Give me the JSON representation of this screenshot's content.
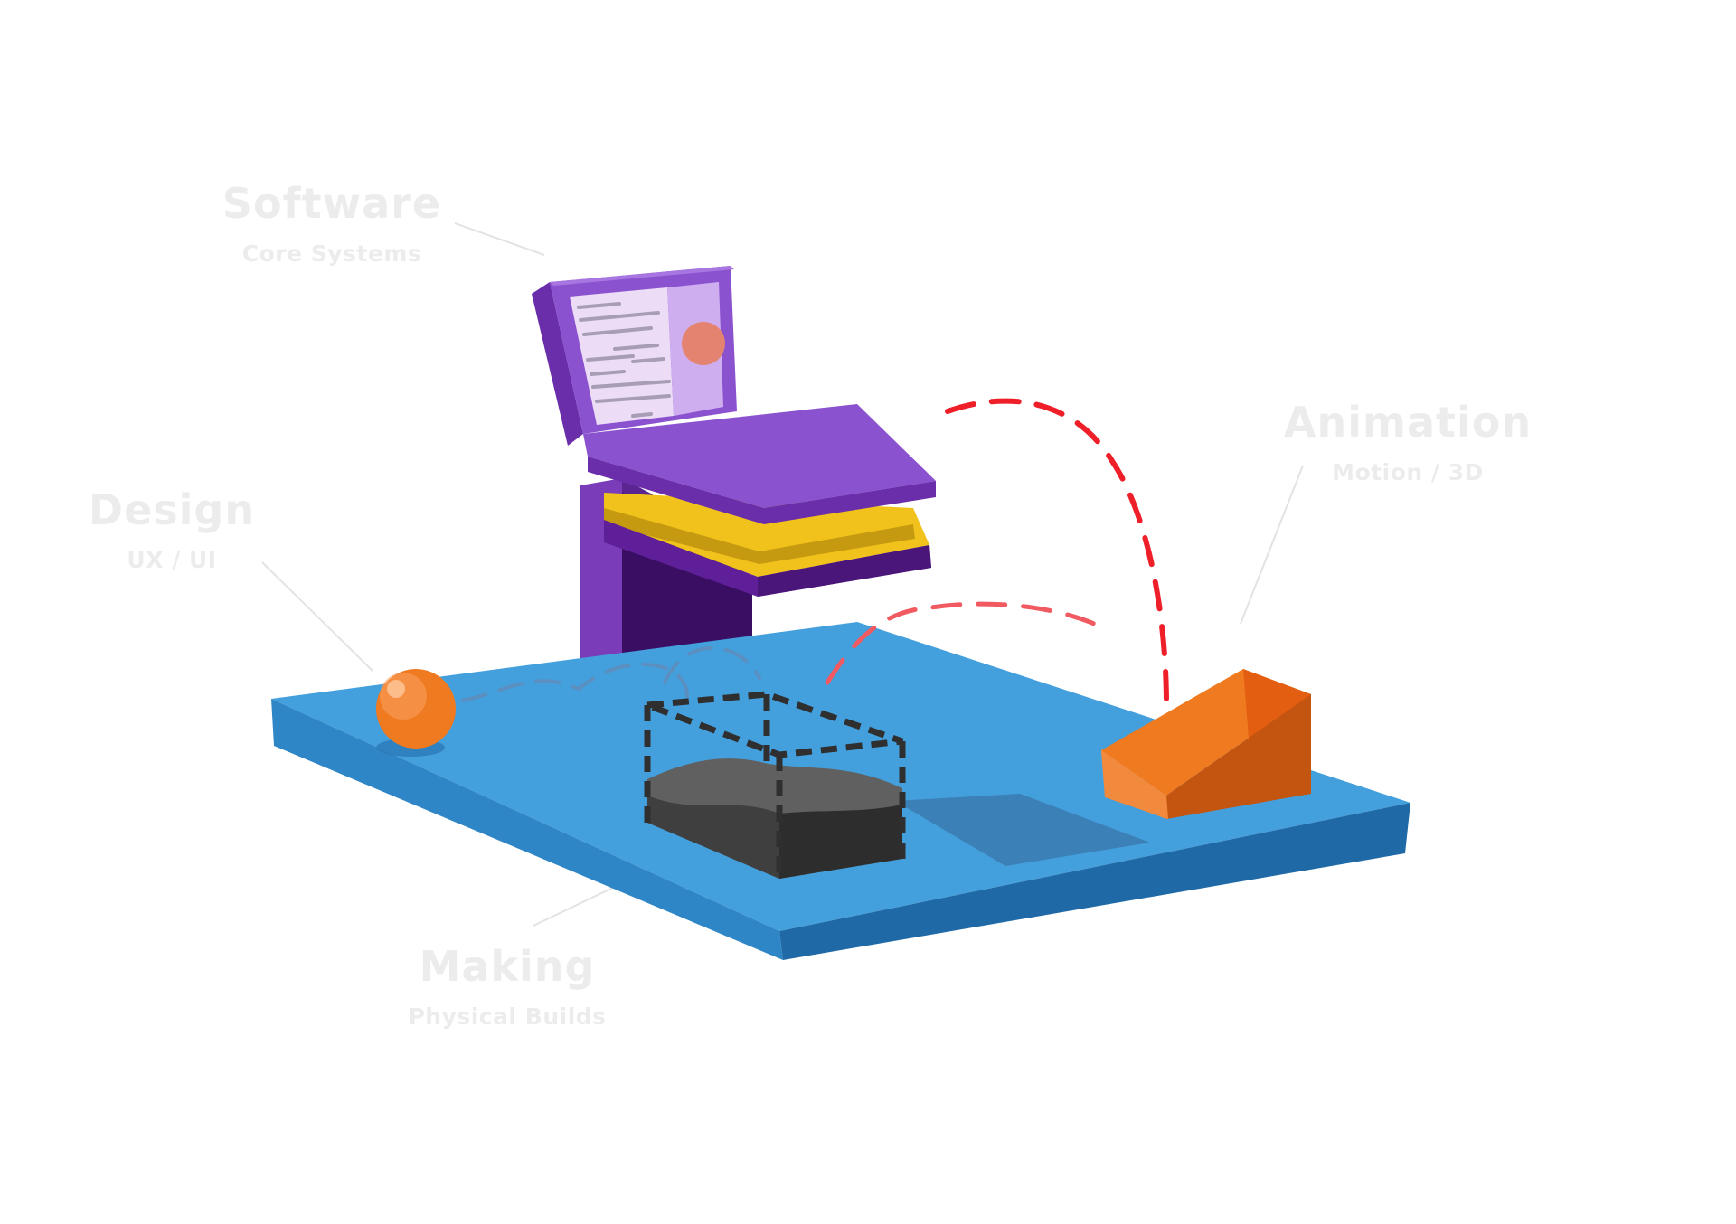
{
  "labels": {
    "software": {
      "title": "Software",
      "subtitle": "Core Systems"
    },
    "design": {
      "title": "Design",
      "subtitle": "UX / UI"
    },
    "animation": {
      "title": "Animation",
      "subtitle": "Motion / 3D"
    },
    "making": {
      "title": "Making",
      "subtitle": "Physical Builds"
    }
  },
  "colors": {
    "platform_top": "#449fdd",
    "platform_front": "#2f86c7",
    "platform_side": "#1f6aa6",
    "laptop_purple": "#8a52cf",
    "laptop_dark": "#3a0f63",
    "hinge_yellow": "#f1c21b",
    "ball_orange": "#f07a20",
    "wedge_orange": "#ee6410",
    "trajectory_red": "#ef1f2a",
    "label_gray": "#ececec"
  }
}
